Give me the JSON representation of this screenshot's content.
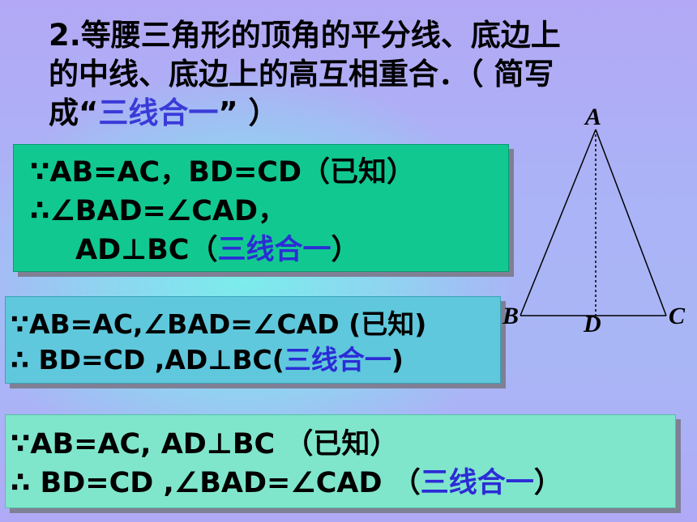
{
  "heading": {
    "line1": "2.等腰三角形的顶角的平分线、底边上",
    "line2": "的中线、底边上的高互相重合．（ 简写",
    "line3_prefix": "成“",
    "line3_highlight": "三线合一",
    "line3_suffix": "” ）"
  },
  "box1": {
    "line1": "∵AB=AC，BD=CD（已知）",
    "line2": "∴∠BAD=∠CAD，",
    "line3_prefix": "AD⊥BC（",
    "line3_highlight": "三线合一",
    "line3_suffix": "）"
  },
  "box2": {
    "line1": "∵AB=AC,∠BAD=∠CAD (已知)",
    "line2_prefix": "∴ BD=CD ,AD⊥BC(",
    "line2_highlight": "三线合一",
    "line2_suffix": ")"
  },
  "box3": {
    "line1": "∵AB=AC, AD⊥BC （已知）",
    "line2_prefix": "∴ BD=CD ,∠BAD=∠CAD （",
    "line2_highlight": "三线合一",
    "line2_suffix": "）"
  },
  "figure": {
    "label_a": "A",
    "label_b": "B",
    "label_c": "C",
    "label_d": "D"
  },
  "colors": {
    "highlight": "#2c2cd6",
    "box1_bg": "#11c990",
    "box2_bg": "#5fc8dc",
    "box3_bg": "#7fe6cc"
  }
}
